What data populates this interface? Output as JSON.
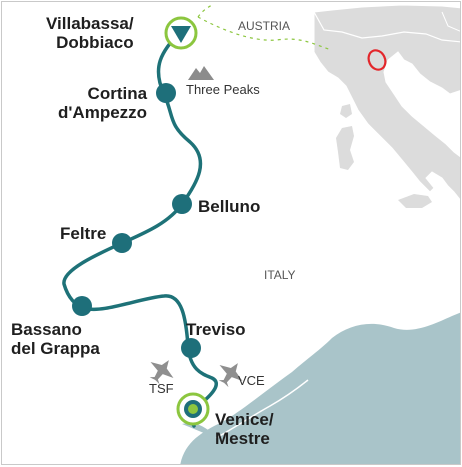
{
  "map": {
    "route_color": "#1e7278",
    "stop_color": "#1e6f7a",
    "start_color": "#8cc63f",
    "sea_color": "#a9c4c9",
    "inset_highlight_color": "#e3262b",
    "stops": [
      {
        "id": "villabassa",
        "lines": [
          "Villabassa/",
          "Dobbiaco"
        ],
        "marker": "start-triangle"
      },
      {
        "id": "cortina",
        "lines": [
          "Cortina",
          "d'Ampezzo"
        ],
        "marker": "stop"
      },
      {
        "id": "belluno",
        "lines": [
          "Belluno"
        ],
        "marker": "stop"
      },
      {
        "id": "feltre",
        "lines": [
          "Feltre"
        ],
        "marker": "stop"
      },
      {
        "id": "bassano",
        "lines": [
          "Bassano",
          "del Grappa"
        ],
        "marker": "stop"
      },
      {
        "id": "treviso",
        "lines": [
          "Treviso"
        ],
        "marker": "stop"
      },
      {
        "id": "venice",
        "lines": [
          "Venice/",
          "Mestre"
        ],
        "marker": "end-circle"
      }
    ],
    "landmark": {
      "label": "Three Peaks",
      "icon": "mountain-icon"
    },
    "airports": [
      {
        "code": "TSF",
        "icon": "airplane-icon"
      },
      {
        "code": "VCE",
        "icon": "airplane-icon"
      }
    ],
    "regions": {
      "austria": "AUSTRIA",
      "italy": "ITALY"
    }
  }
}
